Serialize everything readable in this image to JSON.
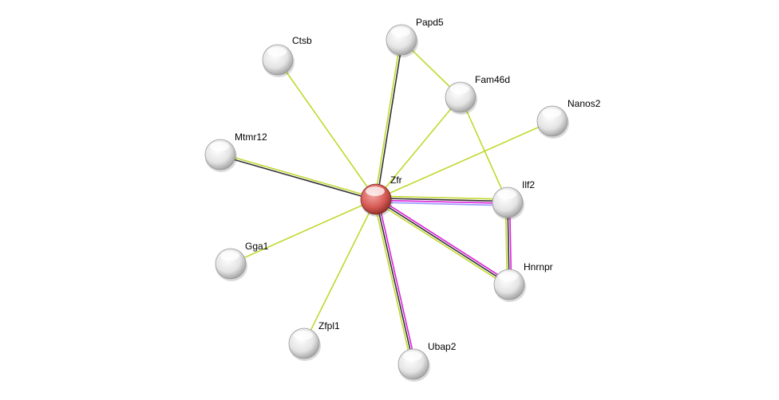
{
  "network": {
    "center": "Zfr",
    "nodes": [
      {
        "id": "Zfr",
        "label": "Zfr",
        "query": true
      },
      {
        "id": "Papd5",
        "label": "Papd5"
      },
      {
        "id": "Ctsb",
        "label": "Ctsb"
      },
      {
        "id": "Fam46d",
        "label": "Fam46d"
      },
      {
        "id": "Nanos2",
        "label": "Nanos2"
      },
      {
        "id": "Mtmr12",
        "label": "Mtmr12"
      },
      {
        "id": "Ilf2",
        "label": "Ilf2"
      },
      {
        "id": "Gga1",
        "label": "Gga1"
      },
      {
        "id": "Hnrnpr",
        "label": "Hnrnpr"
      },
      {
        "id": "Zfpl1",
        "label": "Zfpl1"
      },
      {
        "id": "Ubap2",
        "label": "Ubap2"
      }
    ],
    "edges": [
      {
        "a": "Zfr",
        "b": "Papd5",
        "types": [
          "textmining",
          "coexpression"
        ]
      },
      {
        "a": "Zfr",
        "b": "Ctsb",
        "types": [
          "textmining"
        ]
      },
      {
        "a": "Zfr",
        "b": "Fam46d",
        "types": [
          "textmining"
        ]
      },
      {
        "a": "Zfr",
        "b": "Nanos2",
        "types": [
          "textmining"
        ]
      },
      {
        "a": "Zfr",
        "b": "Mtmr12",
        "types": [
          "coexpression",
          "textmining"
        ]
      },
      {
        "a": "Zfr",
        "b": "Ilf2",
        "types": [
          "textmining",
          "coexpression",
          "experiments",
          "homology"
        ]
      },
      {
        "a": "Zfr",
        "b": "Gga1",
        "types": [
          "textmining"
        ]
      },
      {
        "a": "Zfr",
        "b": "Hnrnpr",
        "types": [
          "experiments",
          "coexpression",
          "textmining"
        ]
      },
      {
        "a": "Zfr",
        "b": "Zfpl1",
        "types": [
          "textmining"
        ]
      },
      {
        "a": "Zfr",
        "b": "Ubap2",
        "types": [
          "experiments",
          "coexpression",
          "textmining"
        ]
      },
      {
        "a": "Papd5",
        "b": "Fam46d",
        "types": [
          "textmining"
        ]
      },
      {
        "a": "Fam46d",
        "b": "Ilf2",
        "types": [
          "textmining"
        ]
      },
      {
        "a": "Ilf2",
        "b": "Hnrnpr",
        "types": [
          "experiments",
          "coexpression",
          "textmining"
        ]
      }
    ],
    "edge_colors": {
      "textmining": "#c2d82e",
      "coexpression": "#333333",
      "experiments": "#dd22dd",
      "homology": "#9999ff"
    },
    "query_color": "#d9504c",
    "node_color": "#e6e6e6"
  }
}
